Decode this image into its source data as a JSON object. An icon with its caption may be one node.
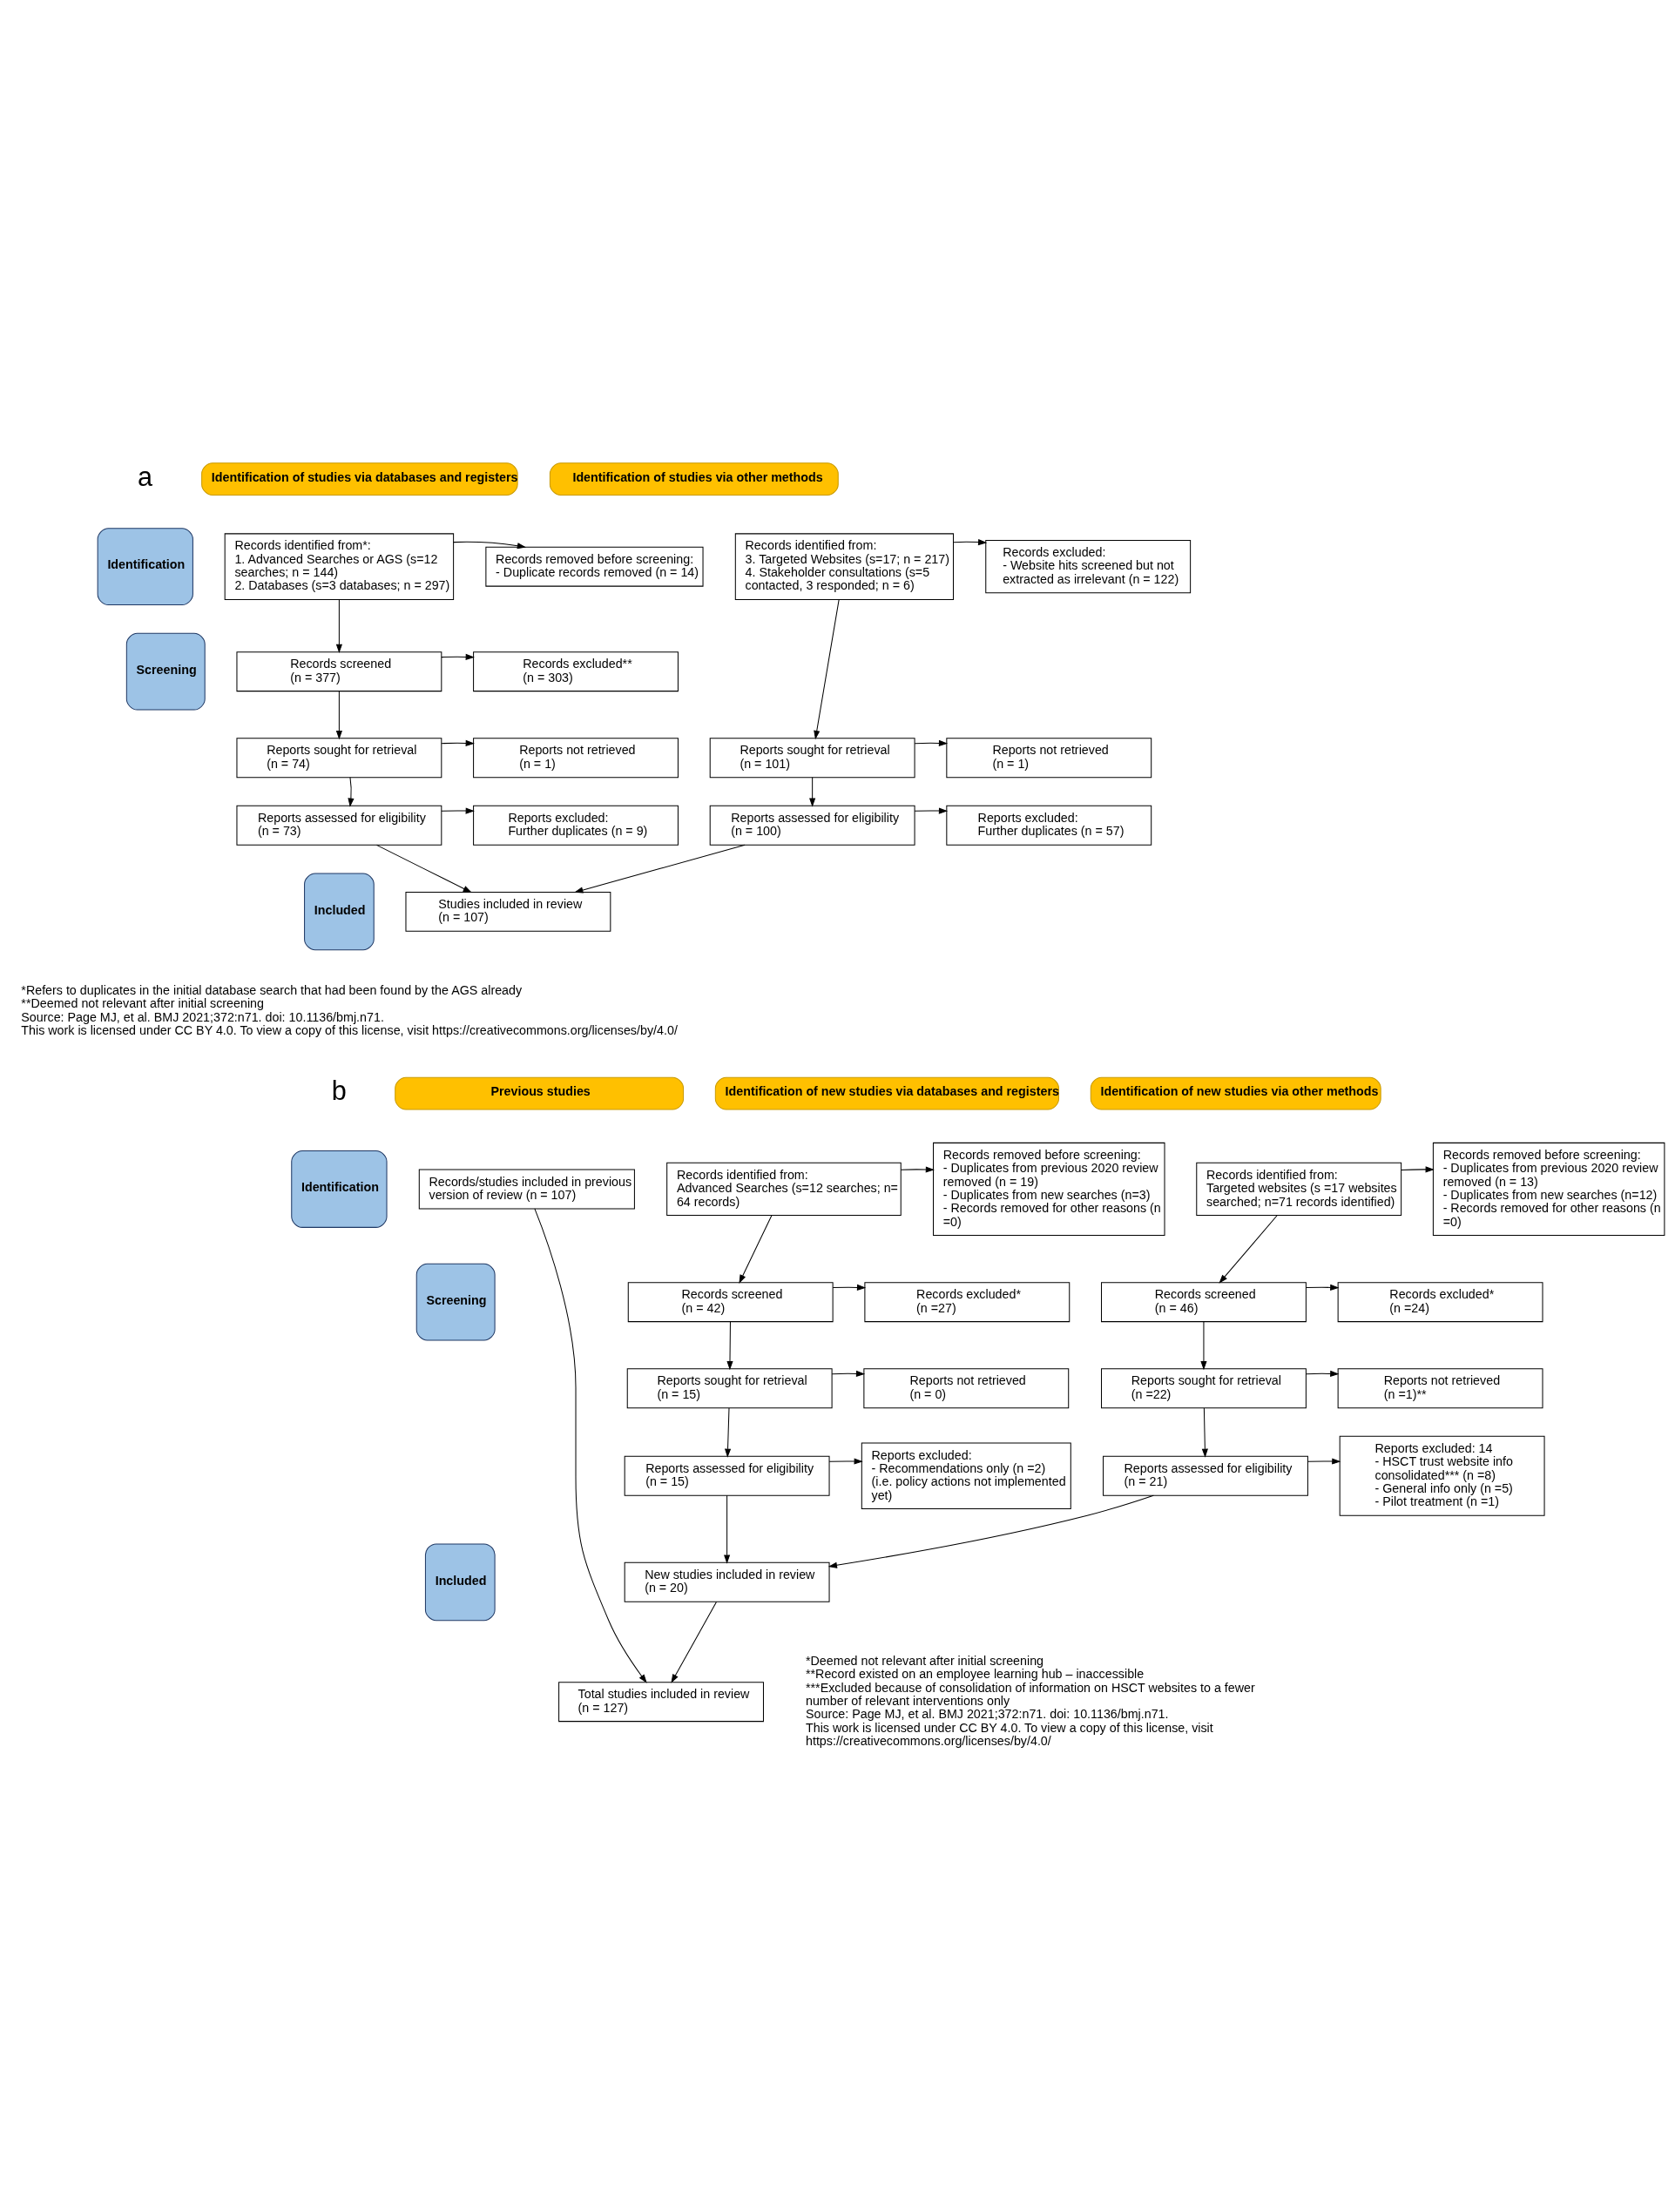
{
  "diagram": {
    "nodes": [
      {
        "text": [
          "Identification of studies via databases and registers"
        ]
      },
      {
        "text": [
          "Identification of studies via other methods"
        ]
      },
      {
        "text": [
          "Identification"
        ]
      },
      {
        "text": [
          "Screening"
        ]
      },
      {
        "text": [
          "Included"
        ]
      },
      {
        "text": [
          "Records identified from*:",
          "1. Advanced Searches or AGS (s=12 searches; n = 144)",
          "2. Databases (s=3 databases; n = 297)"
        ]
      },
      {
        "text": [
          "Records removed before screening:",
          "- Duplicate records removed (n = 14)"
        ]
      },
      {
        "text": [
          "Records identified from:",
          "3. Targeted Websites (s=17; n = 217)",
          "4. Stakeholder consultations (s=5 contacted, 3 responded; n = 6)"
        ]
      },
      {
        "text": [
          "Records excluded:",
          "- Website hits screened but not extracted as irrelevant (n = 122)"
        ]
      },
      {
        "text": [
          "Records screened",
          "(n = 377)"
        ]
      },
      {
        "text": [
          "Records excluded**",
          "(n = 303)"
        ]
      },
      {
        "text": [
          "Reports sought for retrieval",
          "(n = 74)"
        ]
      },
      {
        "text": [
          "Reports not retrieved",
          "(n = 1)"
        ]
      },
      {
        "text": [
          "Reports sought for retrieval",
          "(n = 101)"
        ]
      },
      {
        "text": [
          "Reports not retrieved",
          "(n = 1)"
        ]
      },
      {
        "text": [
          "Reports assessed for eligibility",
          "(n = 73)"
        ]
      },
      {
        "text": [
          "Reports excluded:",
          "Further duplicates (n = 9)"
        ]
      },
      {
        "text": [
          "Reports assessed for eligibility",
          "(n = 100)"
        ]
      },
      {
        "text": [
          "Reports excluded:",
          "Further duplicates (n = 57)"
        ]
      },
      {
        "text": [
          "Studies included in review",
          "(n = 107)"
        ]
      },
      {
        "text": [
          "Previous studies"
        ]
      },
      {
        "text": [
          "Identification of new studies via databases and registers"
        ]
      },
      {
        "text": [
          "Identification of new studies via other methods"
        ]
      },
      {
        "text": [
          "Identification"
        ]
      },
      {
        "text": [
          "Screening"
        ]
      },
      {
        "text": [
          "Included"
        ]
      },
      {
        "text": [
          "Records/studies included in previous version of review (n = 107)"
        ]
      },
      {
        "text": [
          "Records identified from:",
          "Advanced Searches (s=12 searches; n= 64 records)"
        ]
      },
      {
        "text": [
          "Records removed before screening:",
          "- Duplicates from previous 2020 review removed (n = 19)",
          "- Duplicates from new searches (n=3)",
          "- Records removed for other reasons (n =0)"
        ]
      },
      {
        "text": [
          "Records identified from:",
          "Targeted websites (s =17 websites searched; n=71 records identified)"
        ]
      },
      {
        "text": [
          "Records removed before screening:",
          "- Duplicates from previous 2020 review removed (n = 13)",
          "- Duplicates from new searches (n=12)",
          "- Records removed for other reasons (n =0)"
        ]
      },
      {
        "text": [
          "Records screened",
          "(n = 42)"
        ]
      },
      {
        "text": [
          "Records excluded*",
          "(n =27)"
        ]
      },
      {
        "text": [
          "Records screened",
          "(n = 46)"
        ]
      },
      {
        "text": [
          "Records excluded*",
          "(n =24)"
        ]
      },
      {
        "text": [
          "Reports sought for retrieval",
          "(n = 15)"
        ]
      },
      {
        "text": [
          "Reports not retrieved",
          "(n = 0)"
        ]
      },
      {
        "text": [
          "Reports sought for retrieval",
          "(n =22)"
        ]
      },
      {
        "text": [
          "Reports not retrieved",
          "(n =1)**"
        ]
      },
      {
        "text": [
          "Reports assessed for eligibility",
          "(n = 15)"
        ]
      },
      {
        "text": [
          "Reports excluded:",
          "- Recommendations only (n =2)",
          "(i.e. policy actions not implemented yet)"
        ]
      },
      {
        "text": [
          "Reports assessed for eligibility",
          "(n = 21)"
        ]
      },
      {
        "text": [
          "Reports excluded: 14",
          "- HSCT trust website info consolidated*** (n =8)",
          "- General info only (n =5)",
          "- Pilot treatment (n =1)"
        ]
      },
      {
        "text": [
          "New studies included in review",
          "(n = 20)"
        ]
      },
      {
        "text": [
          "Total studies included in review",
          "(n = 127)"
        ]
      }
    ],
    "edges": [
      {
        "from": 5,
        "to": 6,
        "arrow": "to"
      },
      {
        "from": 7,
        "to": 8,
        "arrow": "to"
      },
      {
        "from": 5,
        "to": 9,
        "arrow": "to"
      },
      {
        "from": 9,
        "to": 10,
        "arrow": "to"
      },
      {
        "from": 9,
        "to": 11,
        "arrow": "to"
      },
      {
        "from": 11,
        "to": 12,
        "arrow": "to"
      },
      {
        "from": 7,
        "to": 13,
        "arrow": "to"
      },
      {
        "from": 13,
        "to": 14,
        "arrow": "to"
      },
      {
        "from": 11,
        "to": 15,
        "arrow": "to"
      },
      {
        "from": 13,
        "to": 17,
        "arrow": "to"
      },
      {
        "from": 15,
        "to": 16,
        "arrow": "to"
      },
      {
        "from": 17,
        "to": 18,
        "arrow": "to"
      },
      {
        "from": 15,
        "to": 19,
        "arrow": "to"
      },
      {
        "from": 17,
        "to": 19,
        "arrow": "to"
      },
      {
        "from": 27,
        "to": 28,
        "arrow": "to"
      },
      {
        "from": 29,
        "to": 30,
        "arrow": "to"
      },
      {
        "from": 27,
        "to": 31,
        "arrow": "to"
      },
      {
        "from": 31,
        "to": 32,
        "arrow": "to"
      },
      {
        "from": 29,
        "to": 33,
        "arrow": "to"
      },
      {
        "from": 33,
        "to": 34,
        "arrow": "to"
      },
      {
        "from": 31,
        "to": 35,
        "arrow": "to"
      },
      {
        "from": 35,
        "to": 36,
        "arrow": "to"
      },
      {
        "from": 33,
        "to": 37,
        "arrow": "to"
      },
      {
        "from": 37,
        "to": 38,
        "arrow": "to"
      },
      {
        "from": 35,
        "to": 39,
        "arrow": "to"
      },
      {
        "from": 39,
        "to": 40,
        "arrow": "to"
      },
      {
        "from": 37,
        "to": 41,
        "arrow": "to"
      },
      {
        "from": 41,
        "to": 42,
        "arrow": "to"
      },
      {
        "from": 39,
        "to": 43,
        "arrow": "to"
      },
      {
        "from": 41,
        "to": 43,
        "arrow": "to"
      },
      {
        "from": 43,
        "to": 44,
        "arrow": "to"
      },
      {
        "from": 26,
        "to": 44,
        "arrow": "to"
      }
    ],
    "labels": [
      "a",
      "*Refers to duplicates in the initial database search that had been found by the AGS already",
      "**Deemed not relevant after initial screening",
      "Source: Page MJ, et al. BMJ 2021;372:n71. doi: 10.1136/bmj.n71.",
      "This work is licensed under CC BY 4.0. To view a copy of this license, visit https://creativecommons.org/licenses/by/4.0/",
      "b",
      "*Deemed not relevant after initial screening",
      "**Record existed on an employee learning hub – inaccessible",
      "***Excluded because of consolidation of information on HSCT websites to a fewer number of relevant interventions only",
      "Source: Page MJ, et al. BMJ 2021;372:n71. doi: 10.1136/bmj.n71.",
      "This work is licensed under CC BY 4.0. To view a copy of this license, visit https://creativecommons.org/licenses/by/4.0/"
    ]
  }
}
